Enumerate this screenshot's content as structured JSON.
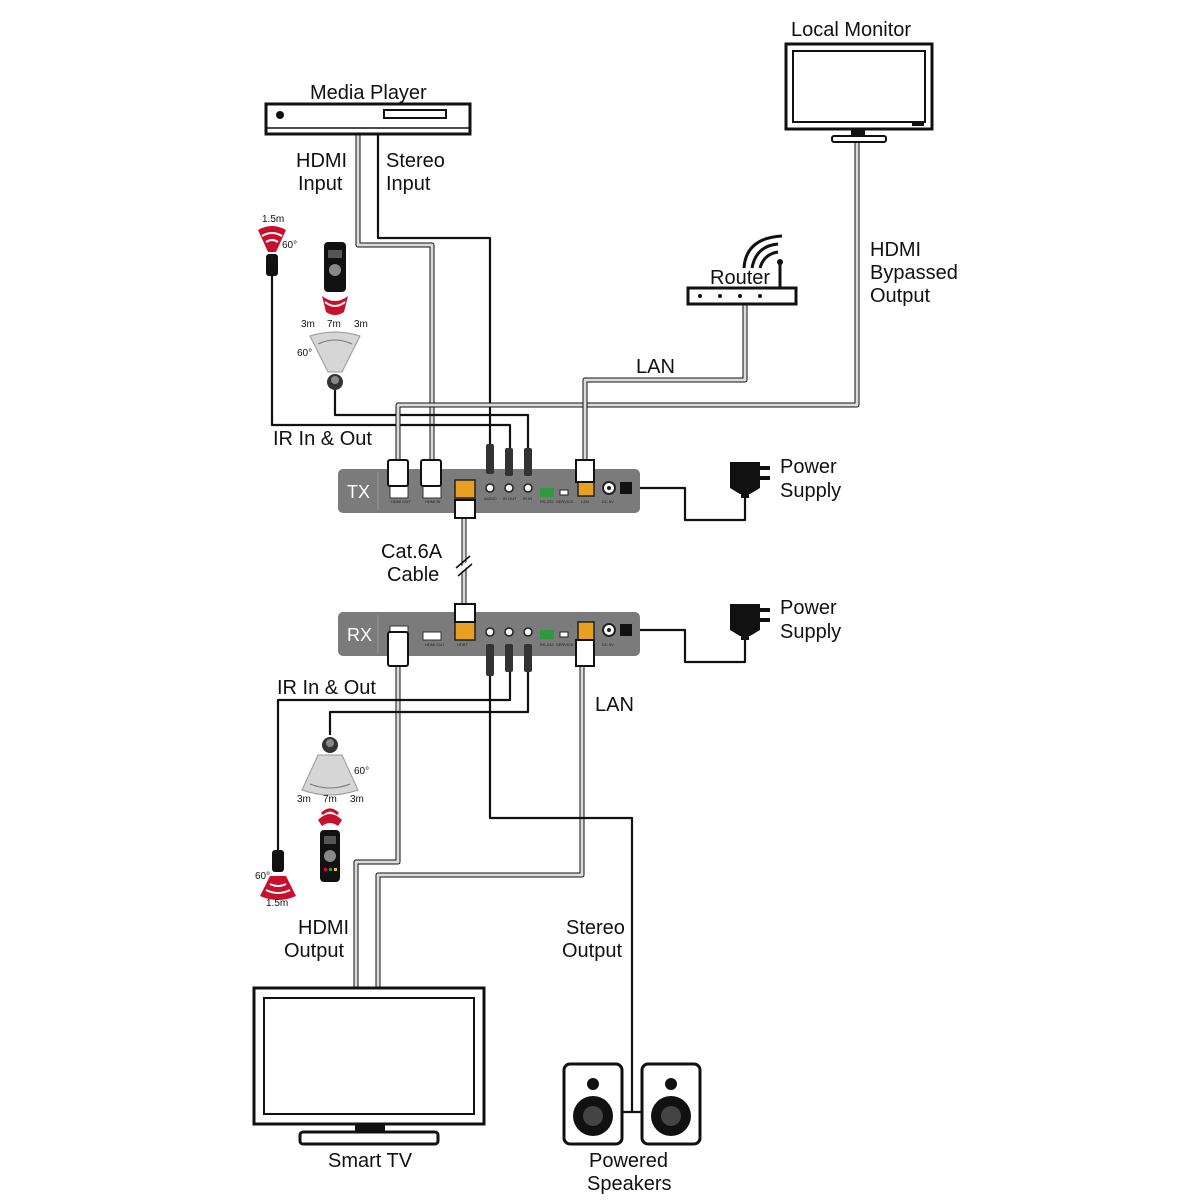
{
  "labels": {
    "media_player": "Media Player",
    "local_monitor": "Local Monitor",
    "hdmi_input_1": "HDMI",
    "hdmi_input_2": "Input",
    "stereo_input_1": "Stereo",
    "stereo_input_2": "Input",
    "router": "Router",
    "hdmi_bypassed_1": "HDMI",
    "hdmi_bypassed_2": "Bypassed",
    "hdmi_bypassed_3": "Output",
    "lan_top": "LAN",
    "ir_top": "IR In & Out",
    "tx": "TX",
    "rx": "RX",
    "power_1a": "Power",
    "power_1b": "Supply",
    "power_2a": "Power",
    "power_2b": "Supply",
    "cat6a_1": "Cat.6A",
    "cat6a_2": "Cable",
    "ir_bottom": "IR In & Out",
    "lan_bottom": "LAN",
    "hdmi_output_1": "HDMI",
    "hdmi_output_2": "Output",
    "stereo_output_1": "Stereo",
    "stereo_output_2": "Output",
    "smart_tv": "Smart TV",
    "powered_speakers_1": "Powered",
    "powered_speakers_2": "Speakers"
  },
  "ir_specs": {
    "top_eye_distance": "1.5m",
    "top_eye_angle": "60°",
    "top_remote_left": "3m",
    "top_remote_mid": "7m",
    "top_remote_right": "3m",
    "top_remote_angle": "60°",
    "bottom_eye_angle": "60°",
    "bottom_eye_distance": "1.5m",
    "bottom_remote_left": "3m",
    "bottom_remote_mid": "7m",
    "bottom_remote_right": "3m",
    "bottom_remote_angle": "60°"
  },
  "port_labels": {
    "tx_hdmi_out": "HDMI OUT",
    "tx_hdmi_in": "HDMI IN",
    "tx_audio": "AUDIO",
    "tx_ir_out": "IR OUT",
    "tx_ir_in": "IR IN",
    "tx_rs232": "RS-232",
    "tx_service": "SERVICE",
    "tx_lan": "LAN",
    "tx_dc": "DC 5V",
    "rx_hdmi_out": "HDMI OUT",
    "rx_hdbt": "HDBT",
    "rx_rs232": "RS-232",
    "rx_service": "SERVICE",
    "rx_dc": "DC 5V"
  },
  "colors": {
    "accent_red": "#c8102e",
    "box_gray": "#7b7b7b",
    "cable": "#111111"
  }
}
